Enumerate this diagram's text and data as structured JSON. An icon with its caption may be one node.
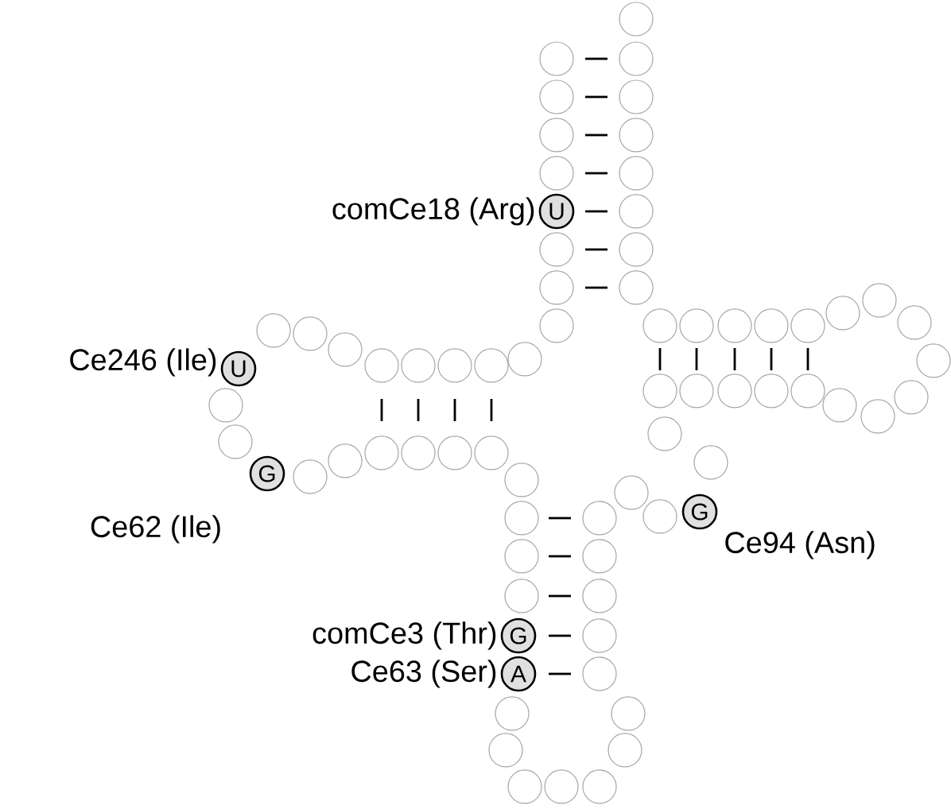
{
  "diagram": {
    "nodes": [
      {
        "text": [
          "U"
        ],
        "beside": [
          "comCe18 (Arg)"
        ]
      },
      {
        "text": [
          "U"
        ],
        "beside": [
          "Ce246 (Ile)"
        ]
      },
      {
        "text": [
          "G"
        ],
        "beside": [
          "Ce62 (Ile)"
        ]
      },
      {
        "text": [
          "G"
        ],
        "beside": [
          "Ce94 (Asn)"
        ]
      },
      {
        "text": [
          "G"
        ],
        "beside": [
          "comCe3 (Thr)"
        ]
      },
      {
        "text": [
          "A"
        ],
        "beside": [
          "Ce63 (Ser)"
        ]
      }
    ]
  }
}
